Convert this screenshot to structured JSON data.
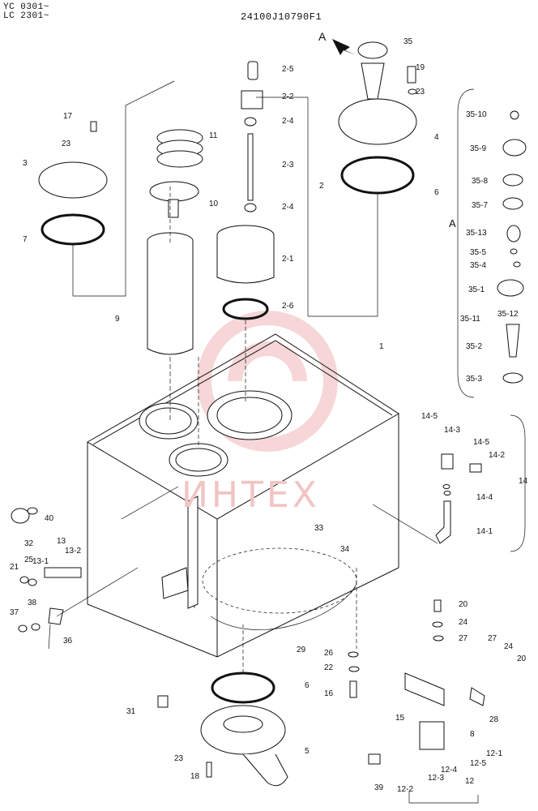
{
  "header": {
    "model_line_1": "YC 0301~",
    "model_line_2": "LC 2301~",
    "drawing_number": "24100J10790F1"
  },
  "view_marker": "A",
  "watermark": "ИНТЕХ",
  "part_labels": [
    "35",
    "19",
    "23",
    "4",
    "6",
    "35-10",
    "35-9",
    "35-8",
    "35-7",
    "A",
    "35-13",
    "35-5",
    "35-4",
    "35-1",
    "35-11",
    "35-12",
    "35-2",
    "35-3",
    "2-5",
    "2-2",
    "2-4",
    "2-3",
    "2",
    "2-4",
    "2-1",
    "2-6",
    "17",
    "23",
    "3",
    "11",
    "10",
    "7",
    "9",
    "1",
    "14-5",
    "14-3",
    "14-5",
    "14-2",
    "14-4",
    "14",
    "14-1",
    "32",
    "40",
    "13",
    "13-2",
    "13-1",
    "21",
    "25",
    "37",
    "38",
    "36",
    "33",
    "34",
    "20",
    "24",
    "27",
    "27",
    "24",
    "20",
    "29",
    "26",
    "22",
    "16",
    "6",
    "31",
    "15",
    "28",
    "8",
    "5",
    "23",
    "18",
    "12-1",
    "12-5",
    "12-4",
    "12-3",
    "12",
    "39",
    "12-2"
  ],
  "colors": {
    "line": "#111111",
    "watermark": "#f2c4c4"
  }
}
